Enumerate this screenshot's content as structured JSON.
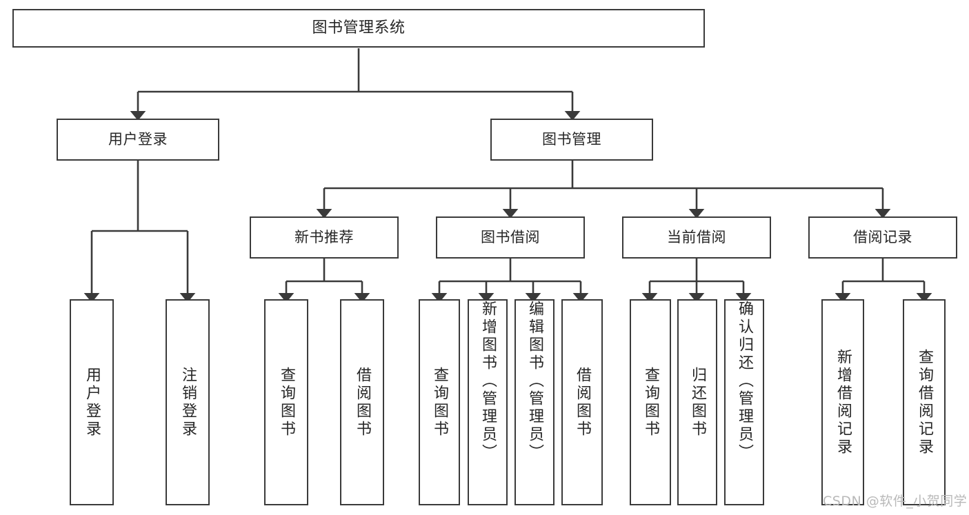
{
  "diagram": {
    "title": "图书管理系统",
    "type": "tree",
    "colors": {
      "background": "#ffffff",
      "node_border": "#3a3a3a",
      "node_fill": "#ffffff",
      "edge": "#3a3a3a",
      "text": "#262626",
      "watermark": "#b9b9b9"
    },
    "root": {
      "label": "图书管理系统"
    },
    "level2": [
      {
        "label": "用户登录"
      },
      {
        "label": "图书管理"
      }
    ],
    "level3": [
      {
        "label": "新书推荐"
      },
      {
        "label": "图书借阅"
      },
      {
        "label": "当前借阅"
      },
      {
        "label": "借阅记录"
      }
    ],
    "leaves": {
      "user_login": [
        {
          "label": "用户登录"
        },
        {
          "label": "注销登录"
        }
      ],
      "new_book": [
        {
          "label": "查询图书"
        },
        {
          "label": "借阅图书"
        }
      ],
      "book_borrow": [
        {
          "label": "查询图书"
        },
        {
          "label": "新增图书（管理员）"
        },
        {
          "label": "编辑图书（管理员）"
        },
        {
          "label": "借阅图书"
        }
      ],
      "current_borrow": [
        {
          "label": "查询图书"
        },
        {
          "label": "归还图书"
        },
        {
          "label": "确认归还（管理员）"
        }
      ],
      "borrow_record": [
        {
          "label": "新增借阅记录"
        },
        {
          "label": "查询借阅记录"
        }
      ]
    }
  },
  "watermark": {
    "text": "CSDN @软件_小贺同学"
  }
}
